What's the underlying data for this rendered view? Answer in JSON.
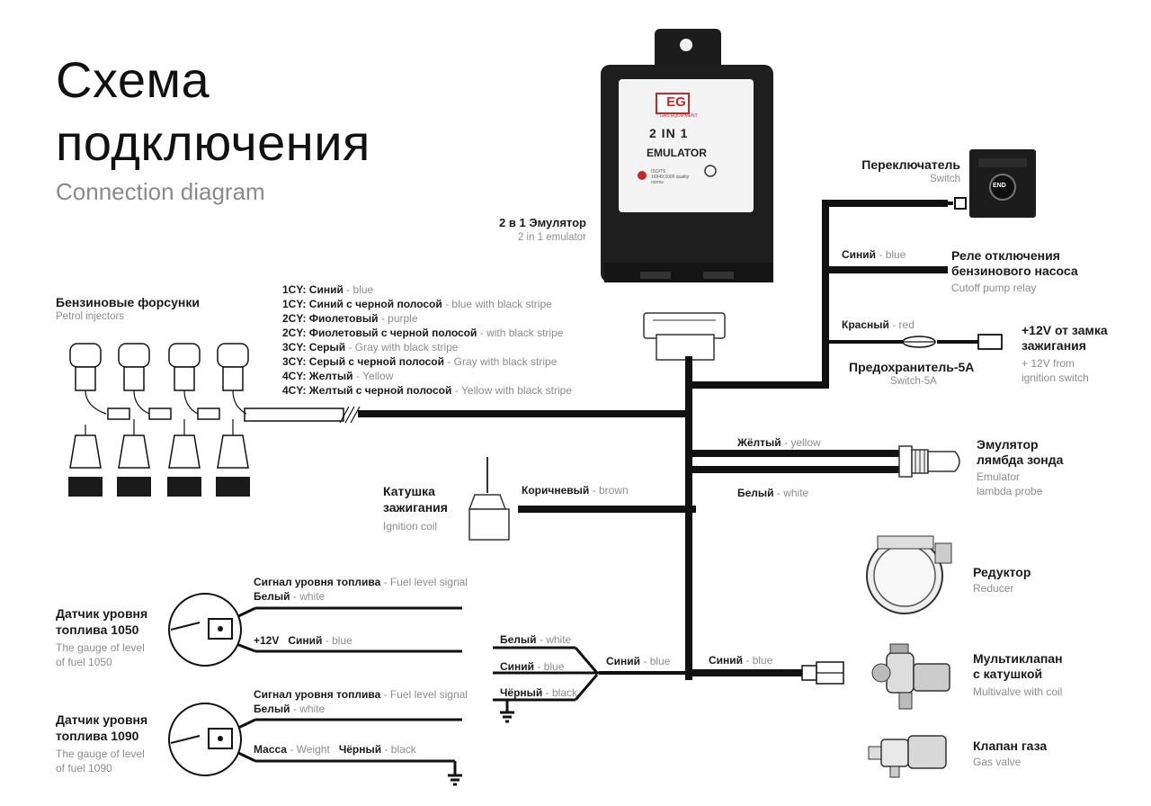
{
  "header": {
    "title_line1": "Схема",
    "title_line2": "подключения",
    "subtitle": "Connection diagram"
  },
  "emulator": {
    "ru": "2 в 1 Эмулятор",
    "en": "2 in 1 emulator",
    "brand": "EG",
    "brand_sub": "GAS EQUIPMENT",
    "model": "2 IN 1",
    "product": "EMULATOR",
    "cert": "ISO/TS 16949:2009 quality norms"
  },
  "switch": {
    "ru": "Переключатель",
    "en": "Switch",
    "button": "END"
  },
  "relay": {
    "wire_ru": "Синий",
    "wire_en": "blue",
    "ru_line1": "Реле отключения",
    "ru_line2": "бензинового насоса",
    "en": "Cutoff pump relay"
  },
  "ignition": {
    "wire_ru": "Красный",
    "wire_en": "red",
    "fuse_ru": "Предохранитель-5А",
    "fuse_en": "Switch-5A",
    "ru_line1": "+12V от замка",
    "ru_line2": "зажигания",
    "en_line1": "+ 12V from",
    "en_line2": "ignition switch"
  },
  "injectors": {
    "ru": "Бензиновые форсунки",
    "en": "Petrol injectors",
    "wires": [
      {
        "code": "1CY:",
        "ru": "Синий",
        "en": "blue"
      },
      {
        "code": "1CY:",
        "ru": "Синий с черной полосой",
        "en": "blue with black stripe"
      },
      {
        "code": "2CY:",
        "ru": "Фиолетовый",
        "en": "purple"
      },
      {
        "code": "2CY:",
        "ru": "Фиолетовый с черной полосой",
        "en": " with black stripe"
      },
      {
        "code": "3CY:",
        "ru": "Серый",
        "en": "Gray with black stripe"
      },
      {
        "code": "3CY:",
        "ru": "Серый с черной полосой",
        "en": "Gray with black stripe"
      },
      {
        "code": "4CY:",
        "ru": "Желтый",
        "en": "Yellow"
      },
      {
        "code": "4CY:",
        "ru": "Желтый с черной полосой",
        "en": "Yellow with black stripe"
      }
    ]
  },
  "lambda": {
    "wire1_ru": "Жёлтый",
    "wire1_en": "yellow",
    "wire2_ru": "Белый",
    "wire2_en": "white",
    "ru_line1": "Эмулятор",
    "ru_line2": "лямбда зонда",
    "en_line1": "Emulator",
    "en_line2": "lambda probe"
  },
  "coil": {
    "ru_line1": "Катушка",
    "ru_line2": "зажигания",
    "en": "Ignition coil",
    "wire_ru": "Коричневый",
    "wire_en": "brown"
  },
  "sensor1050": {
    "ru_line1": "Датчик уровня",
    "ru_line2": "топлива 1050",
    "en_line1": "The gauge of level",
    "en_line2": "of fuel 1050",
    "sig_ru": "Сигнал уровня  топлива",
    "sig_en": "Fuel level signal",
    "white_ru": "Белый",
    "white_en": "white",
    "plus12": "+12V",
    "blue_ru": "Синий",
    "blue_en": "blue"
  },
  "sensor1090": {
    "ru_line1": "Датчик уровня",
    "ru_line2": "топлива 1090",
    "en_line1": "The gauge of level",
    "en_line2": "of fuel 1090",
    "sig_ru": "Сигнал уровня  топлива",
    "sig_en": "Fuel level signal",
    "white_ru": "Белый",
    "white_en": "white",
    "mass_ru": "Масса",
    "mass_en": "Weight",
    "black_ru": "Чёрный",
    "black_en": "black"
  },
  "bundle": {
    "white_ru": "Белый",
    "white_en": "white",
    "blue_ru": "Синий",
    "blue_en": "blue",
    "black_ru": "Чёрный",
    "black_en": "black",
    "trunk_ru": "Синий",
    "trunk_en": "blue",
    "out_ru": "Синий",
    "out_en": "blue"
  },
  "reducer": {
    "ru": "Редуктор",
    "en": "Reducer"
  },
  "multivalve": {
    "ru_line1": "Мультиклапан",
    "ru_line2": "с катушкой",
    "en": "Multivalve with coil"
  },
  "gasvalve": {
    "ru": "Клапан газа",
    "en": "Gas valve"
  },
  "sep": " - "
}
